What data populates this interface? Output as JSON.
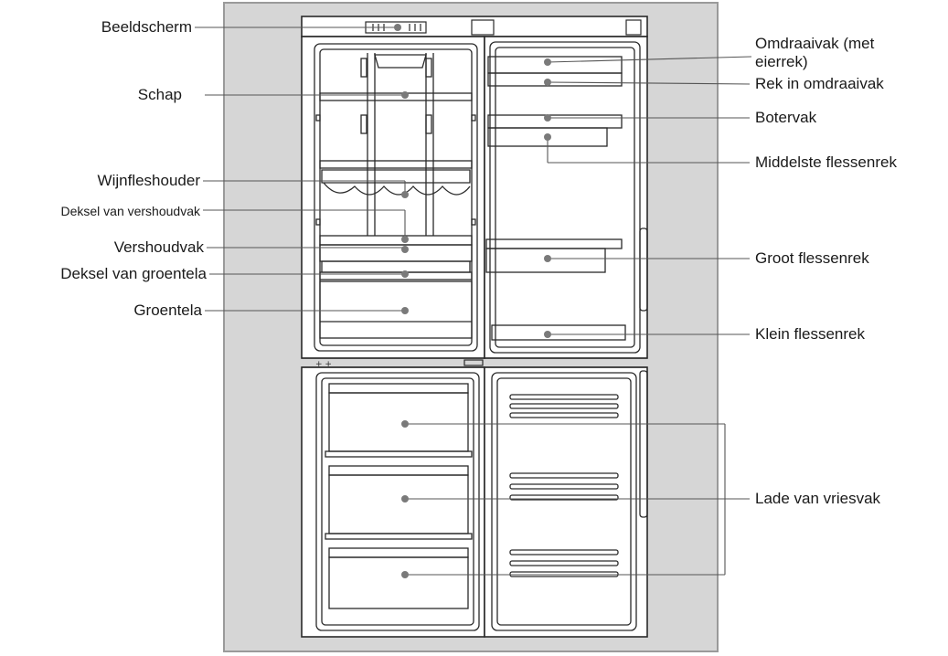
{
  "labels_left": [
    {
      "id": "display",
      "text": "Beeldscherm"
    },
    {
      "id": "shelf",
      "text": "Schap"
    },
    {
      "id": "wine-holder",
      "text": "Wijnfleshouder"
    },
    {
      "id": "fresh-lid",
      "text": "Deksel van vershoudvak"
    },
    {
      "id": "fresh-box",
      "text": "Vershoudvak"
    },
    {
      "id": "crisper-lid",
      "text": "Deksel van groentela"
    },
    {
      "id": "crisper",
      "text": "Groentela"
    }
  ],
  "labels_right": [
    {
      "id": "flip-box",
      "text": "Omdraaivak (met",
      "text2": "eierrek)"
    },
    {
      "id": "flip-rack",
      "text": "Rek in omdraaivak"
    },
    {
      "id": "butter-box",
      "text": "Botervak"
    },
    {
      "id": "middle-bottle-rack",
      "text": "Middelste flessenrek"
    },
    {
      "id": "large-bottle-rack",
      "text": "Groot flessenrek"
    },
    {
      "id": "small-bottle-rack",
      "text": "Klein flessenrek"
    },
    {
      "id": "freezer-drawer",
      "text": "Lade van vriesvak"
    }
  ],
  "colors": {
    "background_panel": "#d6d6d6",
    "panel_border": "#9a9a9a",
    "line": "#2a2a2a",
    "leader": "#555555",
    "dot": "#7a7a7a"
  }
}
